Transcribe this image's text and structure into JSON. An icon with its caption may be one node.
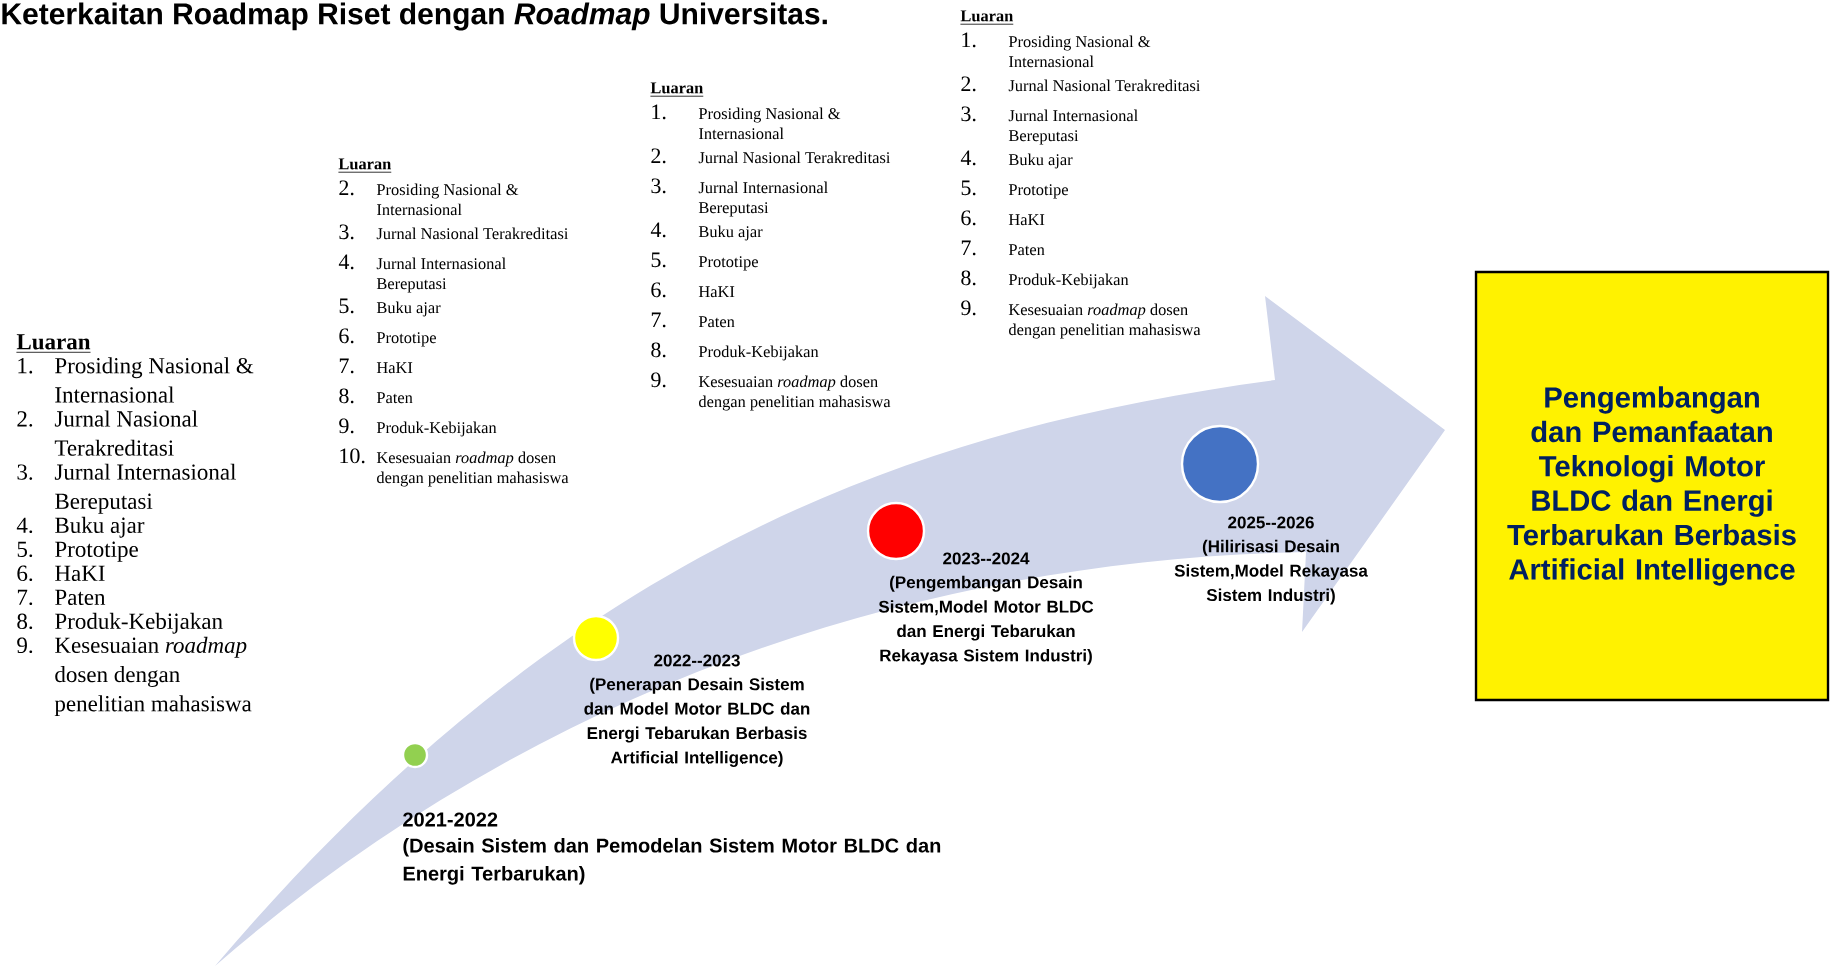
{
  "diagram": {
    "title": "Keterkaitan Roadmap Riset dengan *Roadmap* Universitas.",
    "nodes": [
      {
        "text": [],
        "shape": "circle",
        "beside": [
          "2021-2022",
          "(Desain Sistem dan Pemodelan Sistem Motor BLDC dan Energi Terbarukan)"
        ]
      },
      {
        "text": [],
        "shape": "circle",
        "beside": [
          "2022--2023",
          "(Penerapan Desain Sistem dan Model Motor BLDC dan Energi Tebarukan Berbasis Artificial Intelligence)"
        ]
      },
      {
        "text": [],
        "shape": "circle",
        "beside": [
          "2023--2024",
          "(Pengembangan Desain Sistem,Model Motor BLDC dan Energi Tebarukan Rekayasa Sistem Industri)"
        ]
      },
      {
        "text": [],
        "shape": "circle",
        "beside": [
          "2025--2026",
          "(Hilirisasi Desain Sistem,Model Rekayasa Sistem Industri)"
        ]
      },
      {
        "text": [
          "Pengembangan dan Pemanfaatan Teknologi Motor BLDC dan Energi Terbarukan Berbasis Artificial Intelligence"
        ]
      }
    ],
    "labels": [
      "Luaran",
      "1.",
      "Prosiding Nasional & Internasional",
      "2.",
      "Jurnal Nasional Terakreditasi",
      "3.",
      "Jurnal Internasional Bereputasi",
      "4.",
      "Buku ajar",
      "5.",
      "Prototipe",
      "6.",
      "HaKI",
      "7.",
      "Paten",
      "8.",
      "Produk-Kebijakan",
      "9.",
      "Kesesuaian *roadmap* dosen dengan penelitian mahasiswa",
      "Luaran",
      "2.",
      "Prosiding Nasional & Internasional",
      "3.",
      "Jurnal Nasional Terakreditasi",
      "4.",
      "Jurnal Internasional Bereputasi",
      "5.",
      "Buku ajar",
      "6.",
      "Prototipe",
      "7.",
      "HaKI",
      "8.",
      "Paten",
      "9.",
      "Produk-Kebijakan",
      "10.",
      "Kesesuaian *roadmap* dosen dengan penelitian mahasiswa",
      "Luaran",
      "1.",
      "Prosiding Nasional & Internasional",
      "2.",
      "Jurnal Nasional Terakreditasi",
      "3.",
      "Jurnal Internasional Bereputasi",
      "4.",
      "Buku ajar",
      "5.",
      "Prototipe",
      "6.",
      "HaKI",
      "7.",
      "Paten",
      "8.",
      "Produk-Kebijakan",
      "9.",
      "Kesesuaian *roadmap* dosen dengan penelitian mahasiswa",
      "Luaran",
      "1.",
      "Prosiding Nasional & Internasional",
      "2.",
      "Jurnal Nasional Terakreditasi",
      "3.",
      "Jurnal Internasional Bereputasi",
      "4.",
      "Buku ajar",
      "5.",
      "Prototipe",
      "6.",
      "HaKI",
      "7.",
      "Paten",
      "8.",
      "Produk-Kebijakan",
      "9.",
      "Kesesuaian *roadmap* dosen dengan penelitian mahasiswa"
    ]
  }
}
